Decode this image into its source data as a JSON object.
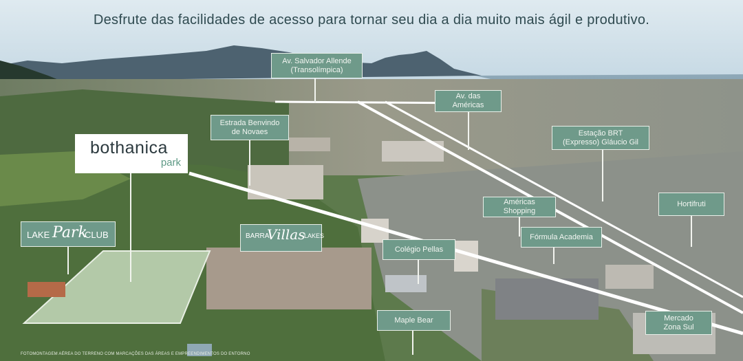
{
  "headline": "Desfrute das facilidades de acesso para tornar seu dia a dia muito mais ágil e produtivo.",
  "brand": {
    "name": "bothanica",
    "subname": "park"
  },
  "lake_park_club": {
    "part1": "LAKE",
    "part2": "Park",
    "part3": "CLUB"
  },
  "barra_villas": {
    "part1": "BARRA",
    "part2": "Villas",
    "part3": "LAKES"
  },
  "labels": {
    "salvador_allende": [
      "Av. Salvador Allende",
      "(Transolímpica)"
    ],
    "av_americas": [
      "Av. das",
      "Américas"
    ],
    "estrada_benvindo": [
      "Estrada Benvindo",
      "de Novaes"
    ],
    "estacao_brt": [
      "Estação BRT",
      "(Expresso) Gláucio Gil"
    ],
    "hortifruti": [
      "Hortifruti"
    ],
    "americas_shopping": [
      "Américas",
      "Shopping"
    ],
    "formula_academia": [
      "Fórmula Academia"
    ],
    "colegio_pellas": [
      "Colégio Pellas"
    ],
    "maple_bear": [
      "Maple Bear"
    ],
    "mercado_zona_sul": [
      "Mercado",
      "Zona Sul"
    ]
  },
  "footnote": "FOTOMONTAGEM AÉREA DO TERRENO COM MARCAÇÕES DAS ÁREAS E EMPREENDIMENTOS DO ENTORNO",
  "colors": {
    "tag_fill": "#6f9a8a",
    "tag_text": "#f3f6f2",
    "headline_text": "#2f4a50",
    "lot_fill": "#b3c9a8",
    "road_line": "#ffffff"
  }
}
